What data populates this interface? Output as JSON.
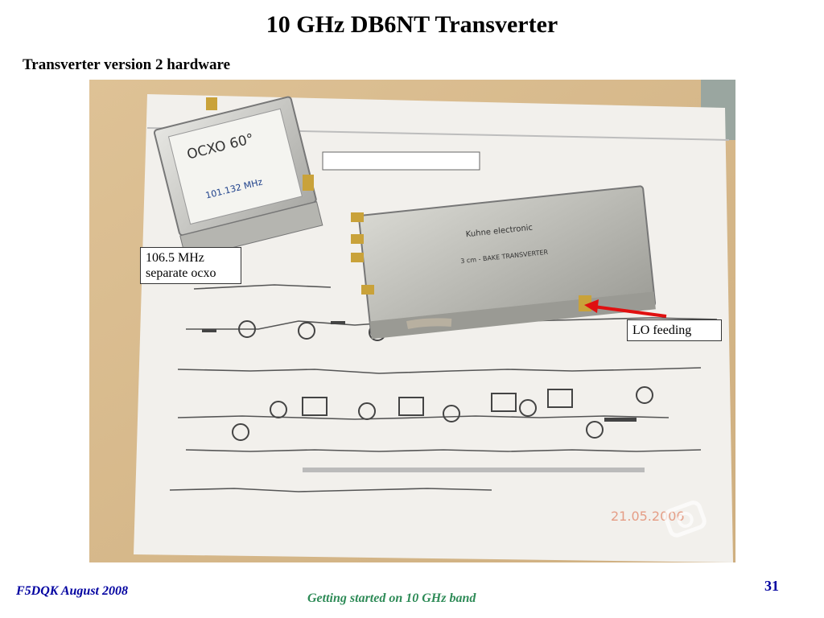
{
  "slide": {
    "title": "10 GHz DB6NT Transverter",
    "subtitle": "Transverter version 2 hardware",
    "page_number": "31"
  },
  "photo": {
    "ocxo_module_label_line1": "OCXO 60°",
    "ocxo_module_label_line2": "101.132 MHz",
    "transverter_module_label": "Kuhne electronic",
    "transverter_module_sub": "3 cm - BAKE TRANSVERTER",
    "timestamp": "21.05.2006"
  },
  "callouts": {
    "ocxo": "106.5 MHz separate ocxo",
    "lo": "LO feeding"
  },
  "footer": {
    "left": "F5DQK August 2008",
    "center": "Getting started on 10 GHz band"
  },
  "colors": {
    "arrow": "#e01010",
    "footer_left": "#0000a0",
    "footer_center": "#2e8b57",
    "table_wood": "#d5b78a"
  }
}
